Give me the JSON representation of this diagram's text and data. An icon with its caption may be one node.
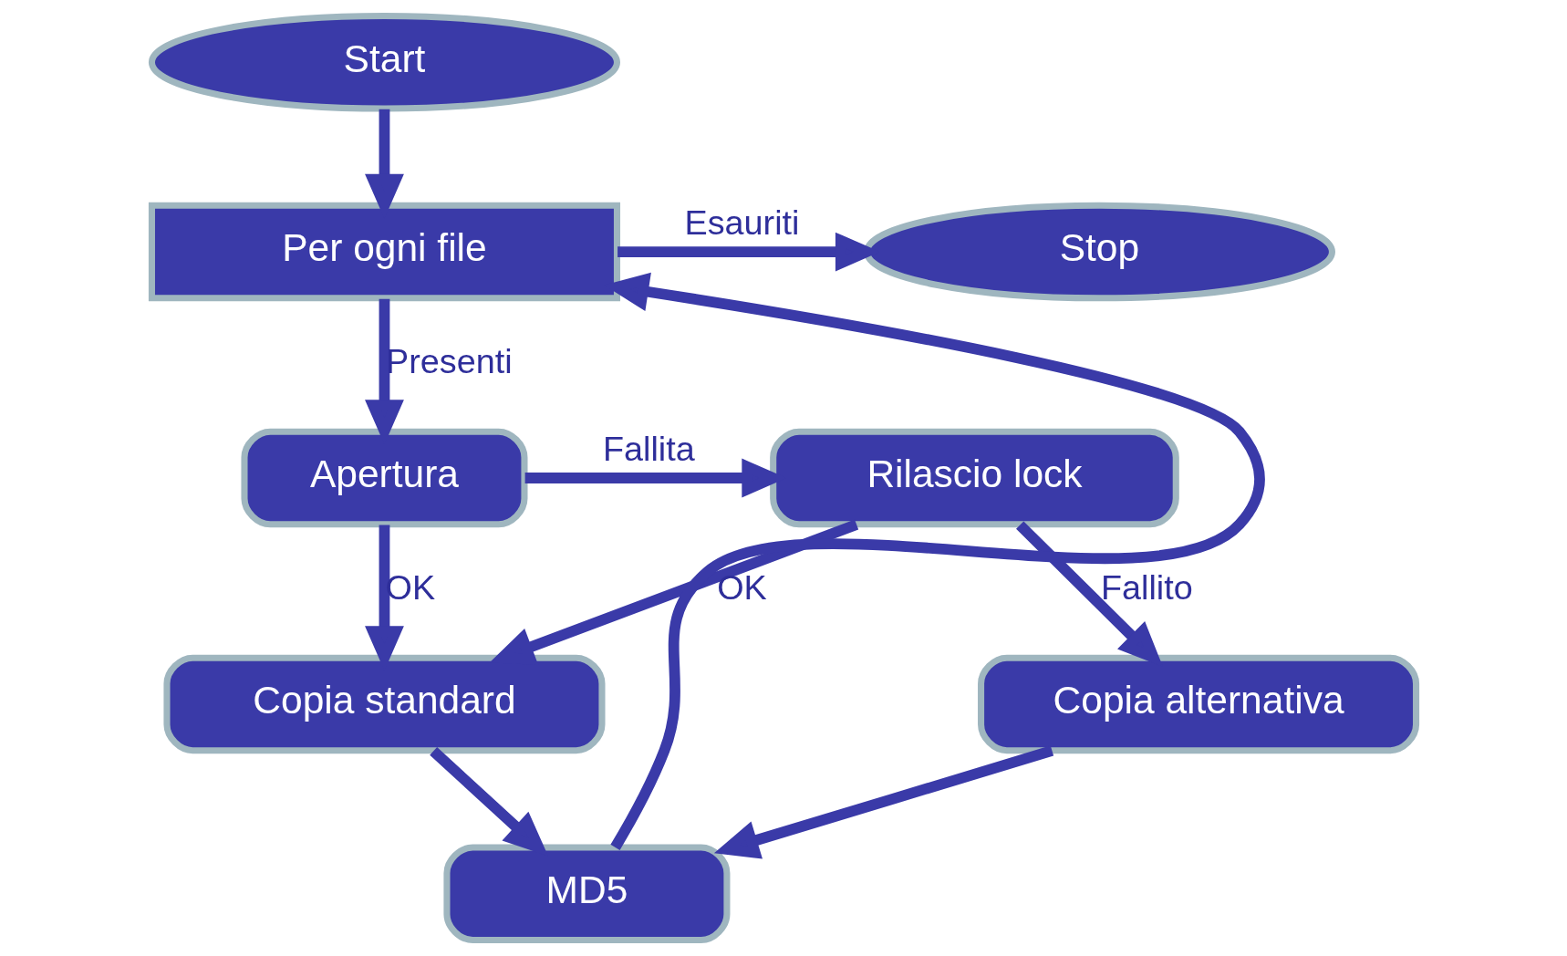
{
  "diagram": {
    "nodes": [
      {
        "text": [
          "Start"
        ]
      },
      {
        "text": [
          "Per ogni file"
        ]
      },
      {
        "text": [
          "Stop"
        ]
      },
      {
        "text": [
          "Apertura"
        ]
      },
      {
        "text": [
          "Rilascio lock"
        ]
      },
      {
        "text": [
          "Copia standard"
        ]
      },
      {
        "text": [
          "Copia alternativa"
        ]
      },
      {
        "text": [
          "MD5"
        ]
      }
    ],
    "edges": [
      {
        "from": 0,
        "to": 1,
        "arrow": "to"
      },
      {
        "from": 1,
        "to": 2,
        "arrow": "to",
        "label": "Esauriti"
      },
      {
        "from": 1,
        "to": 3,
        "arrow": "to",
        "label": "Presenti"
      },
      {
        "from": 3,
        "to": 4,
        "arrow": "to",
        "label": "Fallita"
      },
      {
        "from": 3,
        "to": 5,
        "arrow": "to",
        "label": "OK"
      },
      {
        "from": 4,
        "to": 5,
        "arrow": "to",
        "label": "OK"
      },
      {
        "from": 4,
        "to": 6,
        "arrow": "to",
        "label": "Fallito"
      },
      {
        "from": 5,
        "to": 7,
        "arrow": "to"
      },
      {
        "from": 6,
        "to": 7,
        "arrow": "to"
      },
      {
        "from": 7,
        "to": 1,
        "arrow": "to"
      }
    ]
  }
}
